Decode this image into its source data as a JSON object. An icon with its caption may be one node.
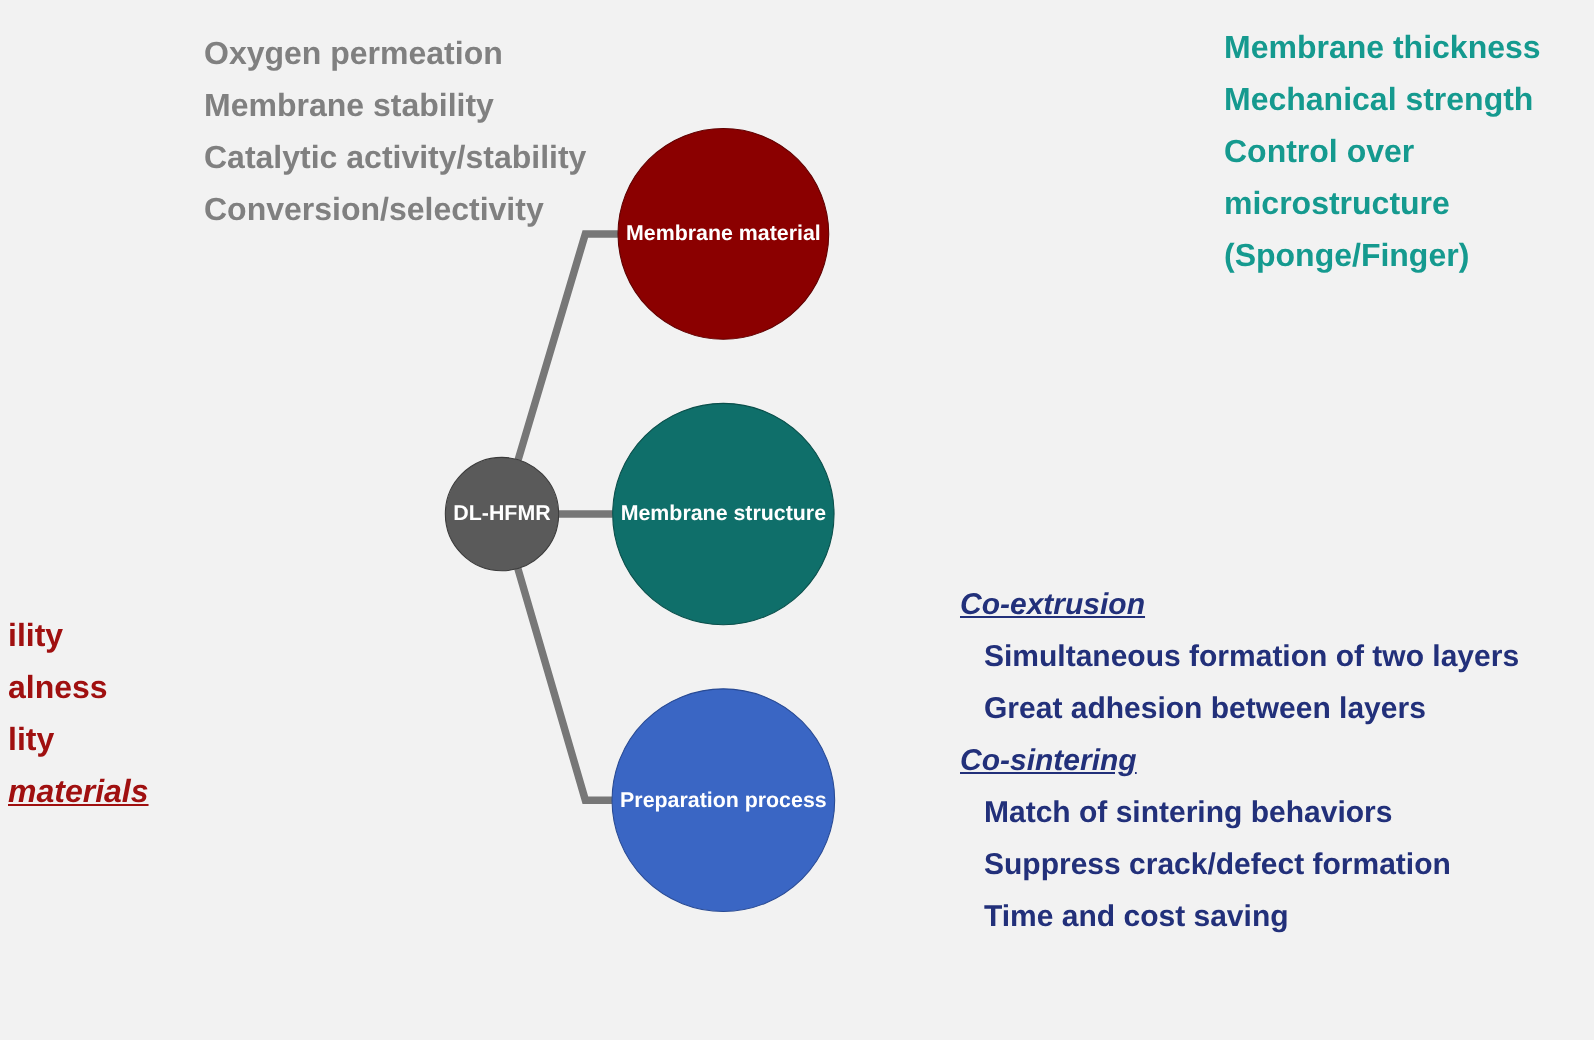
{
  "diagram": {
    "nodes": [
      {
        "text": [
          "DL-HFMR"
        ],
        "beside": [
          "Oxygen permeation",
          "Membrane stability",
          "Catalytic activity/stability",
          "Conversion/selectivity"
        ]
      },
      {
        "text": [
          "Membrane material"
        ],
        "beside": [
          "ility",
          "alness",
          "lity",
          "materials"
        ]
      },
      {
        "text": [
          "Membrane structure"
        ],
        "beside": [
          "Membrane thickness",
          "Mechanical strength",
          "Control over microstructure (Sponge/Finger)"
        ]
      },
      {
        "text": [
          "Preparation process"
        ],
        "beside": [
          "Co-extrusion",
          "Simultaneous formation of two layers",
          "Great adhesion between layers",
          "Co-sintering",
          "Match of sintering behaviors",
          "Suppress crack/defect formation",
          "Time and cost saving"
        ]
      }
    ],
    "edges": [
      {
        "from": 0,
        "to": 1,
        "arrow": "none"
      },
      {
        "from": 0,
        "to": 2,
        "arrow": "none"
      },
      {
        "from": 0,
        "to": 3,
        "arrow": "none"
      }
    ]
  }
}
